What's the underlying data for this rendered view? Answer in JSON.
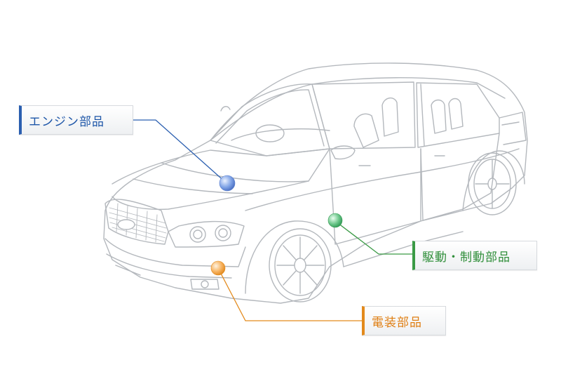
{
  "labels": {
    "engine": "エンジン部品",
    "drive": "駆動・制動部品",
    "electrical": "電装部品"
  },
  "colors": {
    "engine": "#2b5fb0",
    "drive": "#3a9a45",
    "electrical": "#e38a1c",
    "car_line": "#b4b8bd"
  }
}
